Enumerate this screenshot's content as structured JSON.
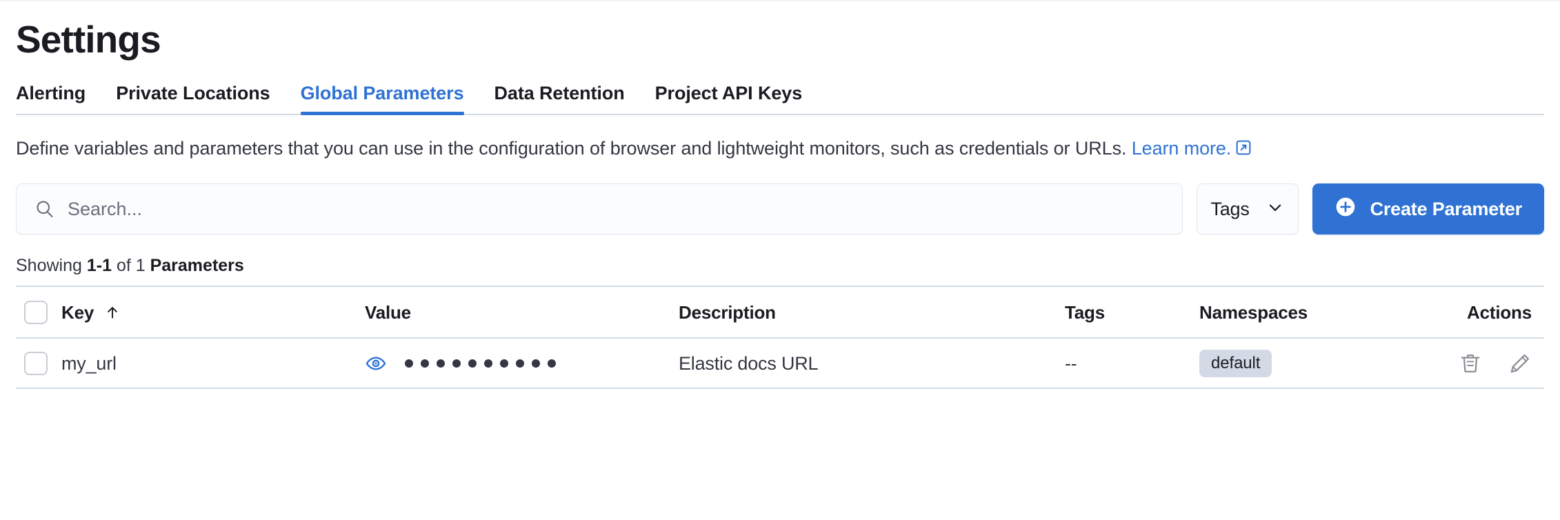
{
  "page": {
    "title": "Settings"
  },
  "tabs": [
    {
      "label": "Alerting",
      "active": false
    },
    {
      "label": "Private Locations",
      "active": false
    },
    {
      "label": "Global Parameters",
      "active": true
    },
    {
      "label": "Data Retention",
      "active": false
    },
    {
      "label": "Project API Keys",
      "active": false
    }
  ],
  "description": {
    "text": "Define variables and parameters that you can use in the configuration of browser and lightweight monitors, such as credentials or URLs. ",
    "link_text": "Learn more.",
    "link_icon": "external-link-icon"
  },
  "controls": {
    "search": {
      "placeholder": "Search...",
      "value": "",
      "icon": "search-icon"
    },
    "tags_filter": {
      "label": "Tags",
      "icon": "chevron-down-icon"
    },
    "create_button": {
      "label": "Create Parameter",
      "icon": "plus-circle-icon"
    }
  },
  "results": {
    "prefix": "Showing ",
    "range": "1-1",
    "middle": " of 1 ",
    "entity": "Parameters"
  },
  "table": {
    "columns": [
      {
        "key": "key",
        "label": "Key",
        "sort_icon": "arrow-up-icon"
      },
      {
        "key": "value",
        "label": "Value"
      },
      {
        "key": "description",
        "label": "Description"
      },
      {
        "key": "tags",
        "label": "Tags"
      },
      {
        "key": "namespaces",
        "label": "Namespaces"
      },
      {
        "key": "actions",
        "label": "Actions"
      }
    ],
    "rows": [
      {
        "key": "my_url",
        "value_masked_dots": 10,
        "value_toggle_icon": "eye-icon",
        "description": "Elastic docs URL",
        "tags": "--",
        "namespace_badge": "default",
        "actions": [
          {
            "name": "delete-icon"
          },
          {
            "name": "edit-icon"
          }
        ]
      }
    ]
  },
  "colors": {
    "accent": "#2f72d4",
    "text": "#343741",
    "heading": "#1a1c21",
    "border": "#d3dae6",
    "badge_bg": "#d3dae6",
    "control_bg": "#fbfcfd"
  }
}
